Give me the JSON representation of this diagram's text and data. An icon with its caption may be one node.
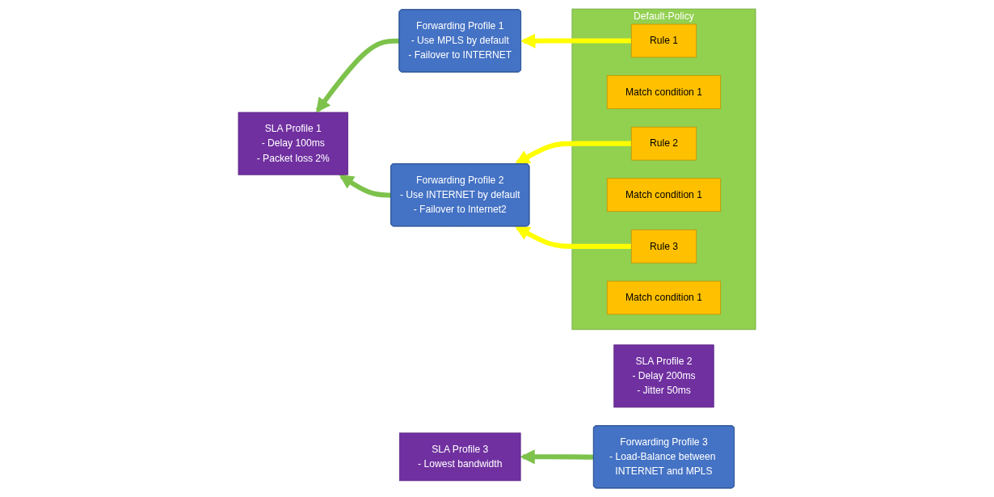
{
  "diagram": {
    "nodes": [
      {
        "text": [
          "SLA Profile 1",
          "- Delay 100ms",
          "- Packet loss 2%"
        ]
      },
      {
        "text": [
          "Forwarding Profile 1",
          "- Use MPLS by default",
          "- Failover to INTERNET"
        ]
      },
      {
        "text": [
          "Default-Policy"
        ]
      },
      {
        "text": [
          "Rule 1"
        ],
        "in": 2
      },
      {
        "text": [
          "Match condition 1"
        ],
        "in": 2
      },
      {
        "text": [
          "SLA Profile 2",
          "- Delay 200ms",
          "- Jitter 50ms"
        ]
      },
      {
        "text": [
          "Forwarding Profile 2",
          "- Use INTERNET by default",
          "- Failover to Internet2"
        ]
      },
      {
        "text": [
          "Rule 2"
        ],
        "in": 2
      },
      {
        "text": [
          "Match condition 1"
        ],
        "in": 2
      },
      {
        "text": [
          "SLA Profile 3",
          "- Lowest bandwidth"
        ]
      },
      {
        "text": [
          "Forwarding Profile 3",
          "- Load-Balance between INTERNET and MPLS"
        ]
      },
      {
        "text": [
          "Rule 3"
        ],
        "in": 2
      },
      {
        "text": [
          "Match condition 1"
        ],
        "in": 2
      }
    ],
    "edges": [
      {
        "from": 1,
        "to": 0,
        "arrow": "to",
        "color": "#7dc24b"
      },
      {
        "from": 6,
        "to": 0,
        "arrow": "to",
        "color": "#7dc24b"
      },
      {
        "from": 10,
        "to": 9,
        "arrow": "to",
        "color": "#7dc24b"
      },
      {
        "from": 3,
        "to": 1,
        "arrow": "to",
        "color": "#ffff00"
      },
      {
        "from": 7,
        "to": 6,
        "arrow": "to",
        "color": "#ffff00"
      },
      {
        "from": 11,
        "to": 6,
        "arrow": "to",
        "color": "#ffff00"
      }
    ]
  }
}
